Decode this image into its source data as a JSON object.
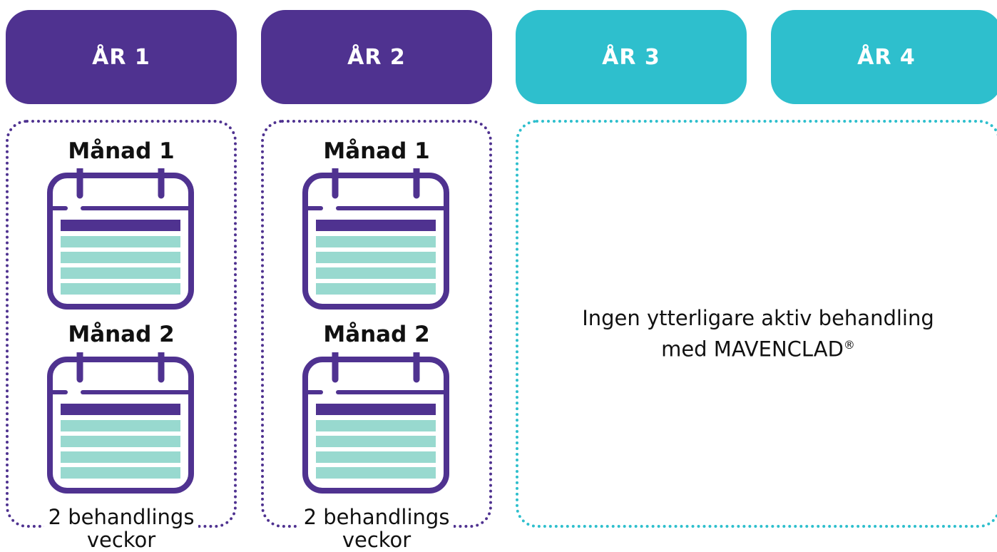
{
  "years": [
    {
      "label": "ÅR 1",
      "color": "#4f3290"
    },
    {
      "label": "ÅR 2",
      "color": "#4f3290"
    },
    {
      "label": "ÅR 3",
      "color": "#2ebfcd"
    },
    {
      "label": "ÅR 4",
      "color": "#2ebfcd"
    }
  ],
  "treatment_years": [
    {
      "month1": "Månad 1",
      "month2": "Månad 2",
      "duration_line1": "2 behandlings",
      "duration_line2": "veckor"
    },
    {
      "month1": "Månad 1",
      "month2": "Månad 2",
      "duration_line1": "2 behandlings",
      "duration_line2": "veckor"
    }
  ],
  "no_treatment": {
    "line1": "Ingen ytterligare aktiv behandling",
    "line2": "med MAVENCLAD",
    "mark": "®"
  },
  "colors": {
    "purple": "#4f3290",
    "teal": "#2ebfcd",
    "calendar_rows": "#98d9cf"
  },
  "icons": [
    "calendar-icon"
  ]
}
